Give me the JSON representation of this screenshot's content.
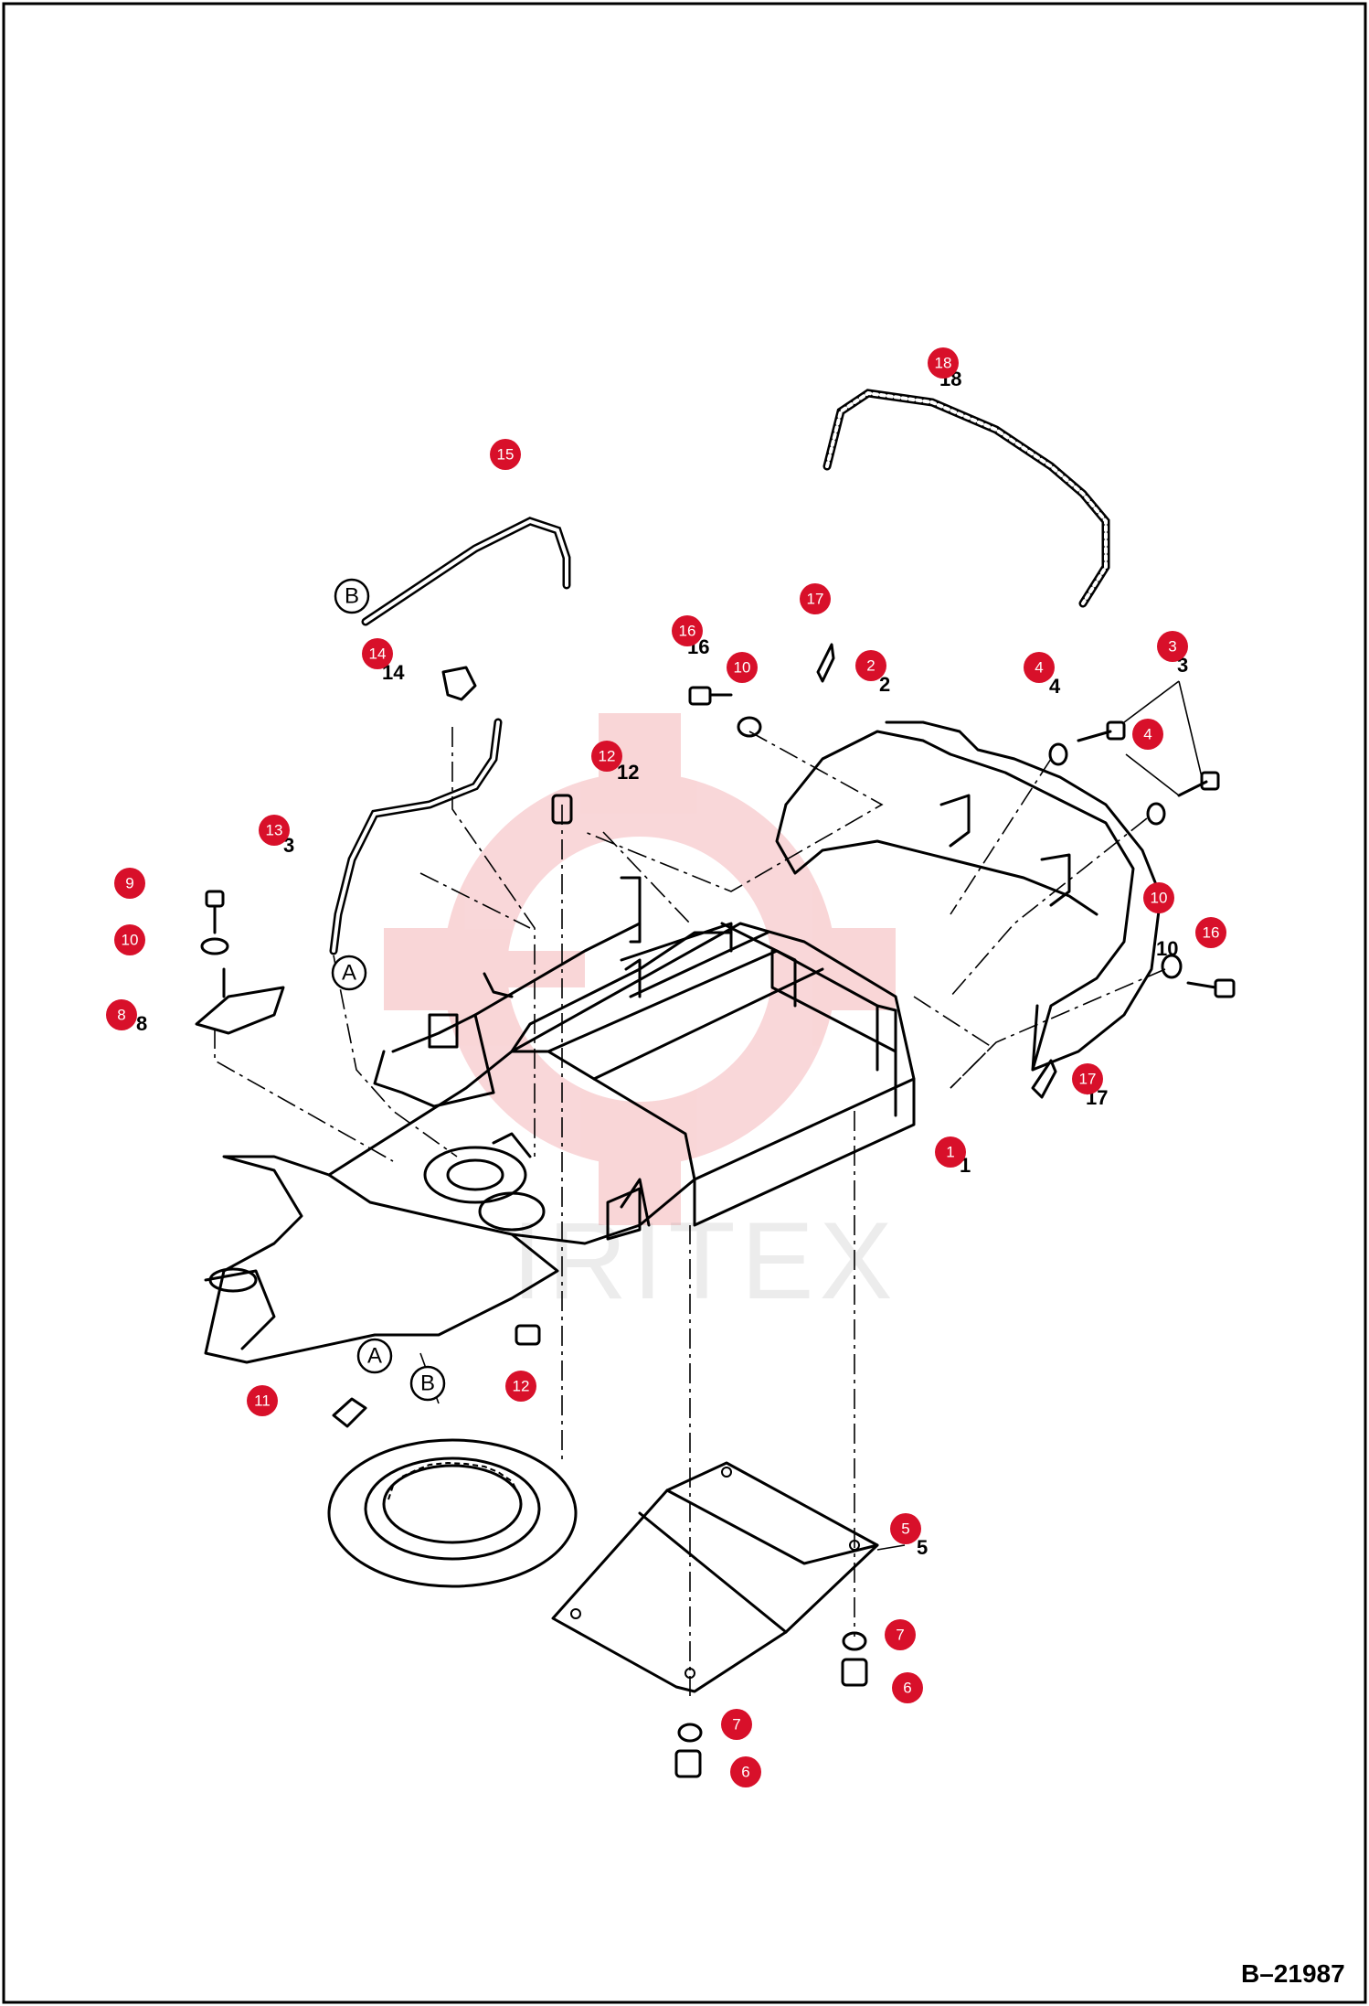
{
  "drawing": {
    "doc_number": "B–21987",
    "watermark_text": "IRITEX",
    "watermark_color": "#e0202a",
    "marker_color": "#d8102a"
  },
  "callouts": [
    {
      "id": "1",
      "label": "1"
    },
    {
      "id": "2",
      "label": "2"
    },
    {
      "id": "3",
      "label": "3"
    },
    {
      "id": "4a",
      "label": "4"
    },
    {
      "id": "4b",
      "label": "4"
    },
    {
      "id": "5",
      "label": "5"
    },
    {
      "id": "6a",
      "label": "6"
    },
    {
      "id": "6b",
      "label": "6"
    },
    {
      "id": "7a",
      "label": "7"
    },
    {
      "id": "7b",
      "label": "7"
    },
    {
      "id": "8",
      "label": "8"
    },
    {
      "id": "9",
      "label": "9"
    },
    {
      "id": "10a",
      "label": "10"
    },
    {
      "id": "10b",
      "label": "10"
    },
    {
      "id": "10c",
      "label": "10"
    },
    {
      "id": "11",
      "label": "11"
    },
    {
      "id": "12a",
      "label": "12"
    },
    {
      "id": "12b",
      "label": "12"
    },
    {
      "id": "13",
      "label": "13"
    },
    {
      "id": "14",
      "label": "14"
    },
    {
      "id": "15",
      "label": "15"
    },
    {
      "id": "16a",
      "label": "16"
    },
    {
      "id": "16b",
      "label": "16"
    },
    {
      "id": "17a",
      "label": "17"
    },
    {
      "id": "17b",
      "label": "17"
    },
    {
      "id": "18",
      "label": "18"
    }
  ],
  "plain_labels": {
    "n1": "1",
    "n2": "2",
    "n3": "3",
    "n4": "4",
    "n5": "5",
    "n8": "8",
    "n12": "12",
    "n13": "3",
    "n14": "14",
    "n16": "16",
    "n17": "17",
    "n18": "18",
    "n10": "10"
  },
  "connection_letters": {
    "a1": "A",
    "b1": "B",
    "a2": "A",
    "b2": "B"
  }
}
